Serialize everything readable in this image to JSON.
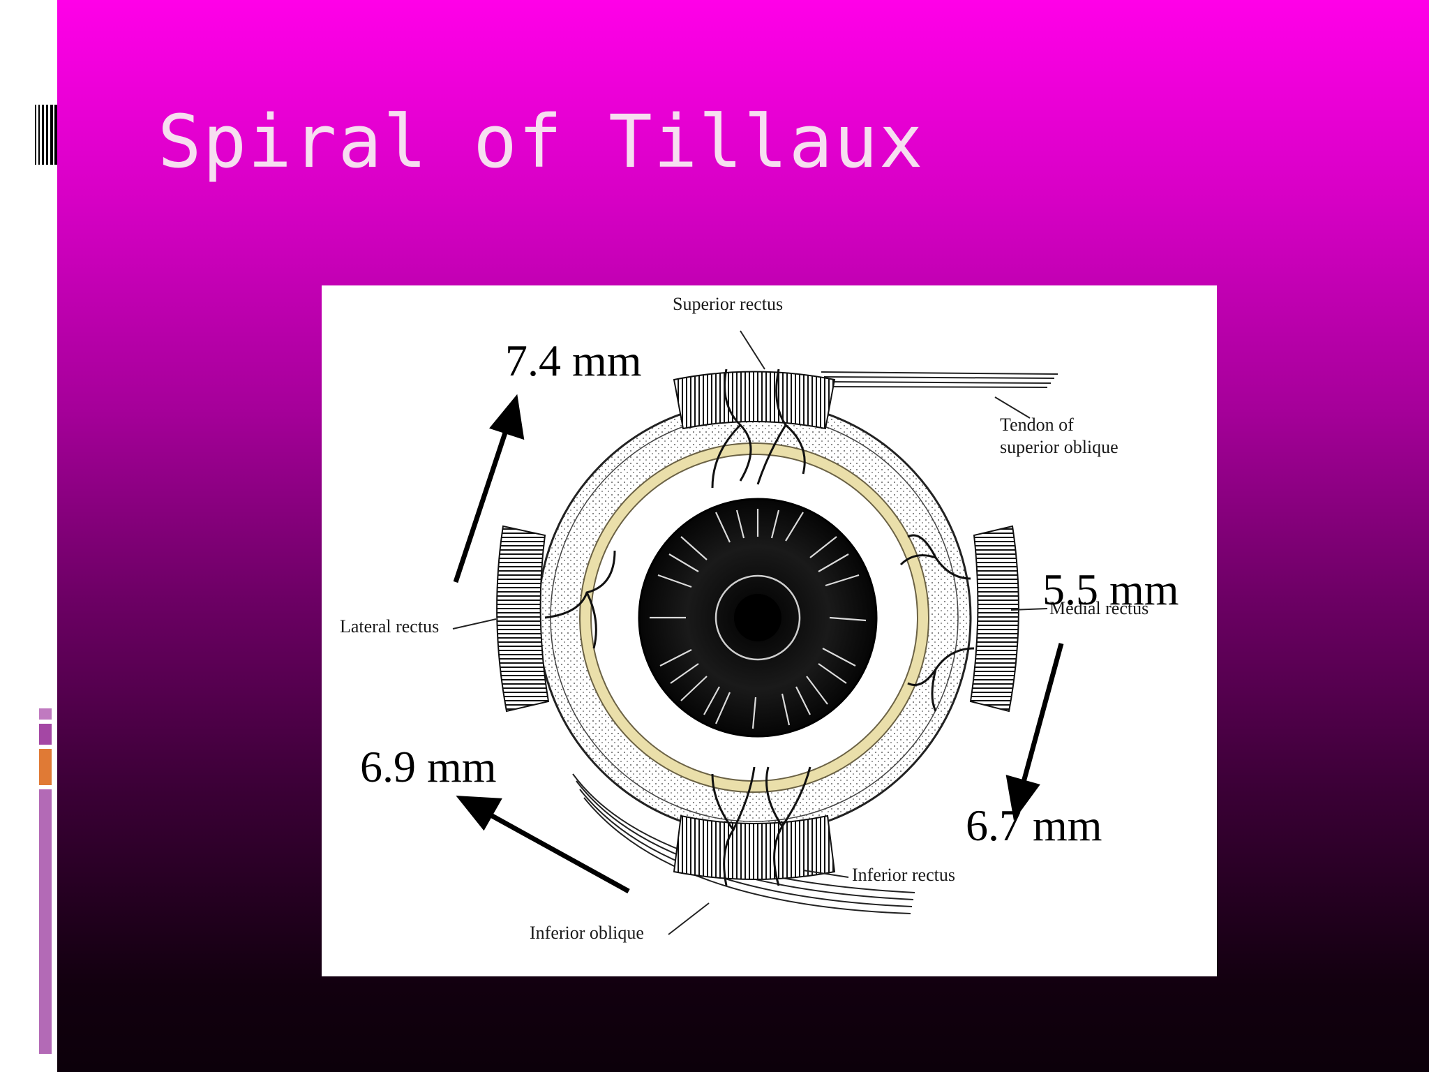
{
  "slide": {
    "title": "Spiral of Tillaux",
    "colors": {
      "top": "#ff00e8",
      "bottom": "#0c000a",
      "title_text": "#f6def0",
      "ring": "#eadfaa"
    }
  },
  "diagram": {
    "labels": {
      "superior_rectus": "Superior rectus",
      "tendon_line1": "Tendon of",
      "tendon_line2": "superior oblique",
      "lateral_rectus": "Lateral rectus",
      "medial_rectus": "Medial rectus",
      "inferior_rectus": "Inferior rectus",
      "inferior_oblique": "Inferior oblique"
    },
    "measurements": {
      "superior": "7.4 mm",
      "medial": "5.5 mm",
      "inferior": "6.7 mm",
      "lateral": "6.9 mm"
    }
  }
}
